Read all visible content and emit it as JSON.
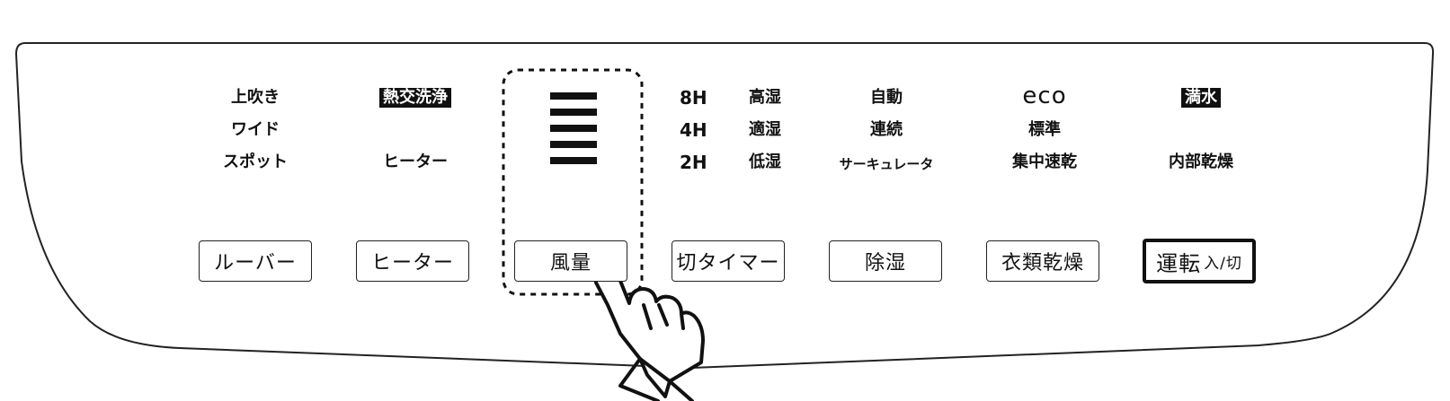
{
  "louver": {
    "modes": [
      "上吹き",
      "ワイド",
      "スポット"
    ],
    "button_label": "ルーバー"
  },
  "heater": {
    "highlight": "熱交洗浄",
    "mode": "ヒーター",
    "button_label": "ヒーター"
  },
  "fan": {
    "button_label": "風量",
    "level_bars": 5
  },
  "timer": {
    "hours": [
      "8H",
      "4H",
      "2H"
    ],
    "humidity": [
      "高湿",
      "適湿",
      "低湿"
    ],
    "button_label": "切タイマー"
  },
  "dehumidify": {
    "modes": [
      "自動",
      "連続",
      "サーキュレータ"
    ],
    "button_label": "除湿"
  },
  "laundry": {
    "eco": "eco",
    "modes": [
      "標準",
      "集中速乾"
    ],
    "button_label": "衣類乾燥"
  },
  "power": {
    "indicator": "満水",
    "mode": "内部乾燥",
    "button_main": "運転",
    "button_sub": "入/切"
  },
  "colors": {
    "ink": "#111111",
    "background": "#ffffff"
  }
}
